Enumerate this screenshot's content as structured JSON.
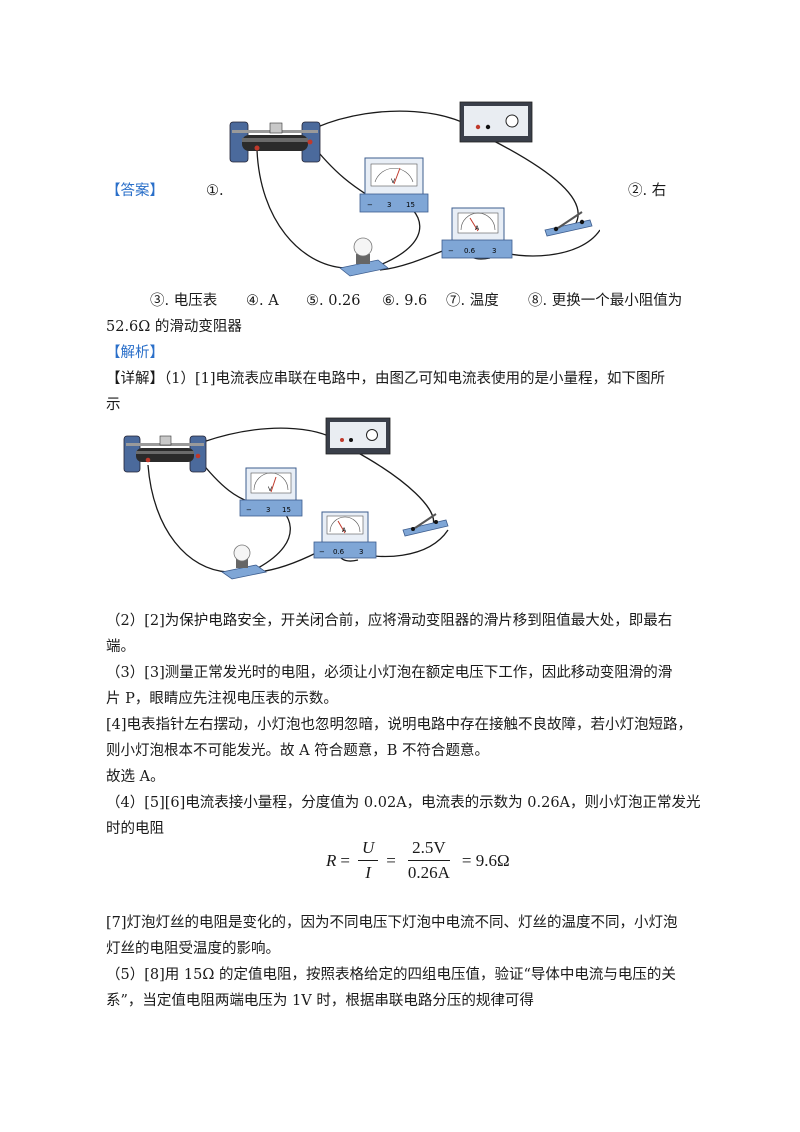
{
  "answer": {
    "tag": "【答案】",
    "part1": "①.",
    "part2": "②. 右",
    "line2_items": [
      "③. 电压表",
      "④. A",
      "⑤. 0.26",
      "⑥. 9.6",
      "⑦. 温度",
      "⑧. 更换一个最小阻值为"
    ],
    "line3": "52.6Ω 的滑动变阻器"
  },
  "analysis_tag": "【解析】",
  "detail": {
    "p1_l1": "【详解】（1）[1]电流表应串联在电路中，由图乙可知电流表使用的是小量程，如下图所",
    "p1_l2": "示",
    "p2_l1": "（2）[2]为保护电路安全，开关闭合前，应将滑动变阻器的滑片移到阻值最大处，即最右",
    "p2_l2": "端。",
    "p3_l1": "（3）[3]测量正常发光时的电阻，必须让小灯泡在额定电压下工作，因此移动变阻滑的滑",
    "p3_l2": "片 P，眼睛应先注视电压表的示数。",
    "p4_l1": "[4]电表指针左右摆动，小灯泡也忽明忽暗，说明电路中存在接触不良故障，若小灯泡短路，",
    "p4_l2": "则小灯泡根本不可能发光。故 A 符合题意，B 不符合题意。",
    "p5": "故选 A。",
    "p6_l1": "（4）[5][6]电流表接小量程，分度值为 0.02A，电流表的示数为 0.26A，则小灯泡正常发光",
    "p6_l2": "时的电阻",
    "p7_l1": "[7]灯泡灯丝的电阻是变化的，因为不同电压下灯泡中电流不同、灯丝的温度不同，小灯泡",
    "p7_l2": "灯丝的电阻受温度的影响。",
    "p8_l1": "（5）[8]用 15Ω 的定值电阻，按照表格给定的四组电压值，验证“导体中电流与电压的关",
    "p8_l2": "系”，当定值电阻两端电压为 1V 时，根据串联电路分压的规律可得"
  },
  "formula": {
    "lhs": "R",
    "eq": "=",
    "frac1_num": "U",
    "frac1_den": "I",
    "frac2_num": "2.5V",
    "frac2_den": "0.26A",
    "result": "= 9.6Ω"
  },
  "figure_labels": {
    "voltmeter_unit": "V",
    "voltmeter_terminals": [
      "−",
      "3",
      "15"
    ],
    "ammeter_unit": "A",
    "ammeter_terminals": [
      "−",
      "0.6",
      "3"
    ]
  },
  "colors": {
    "accent": "#2a6fc9",
    "wire": "#1a1a1a",
    "meter_panel": "#7fa6d6",
    "power_box": "#3a3f4a"
  }
}
